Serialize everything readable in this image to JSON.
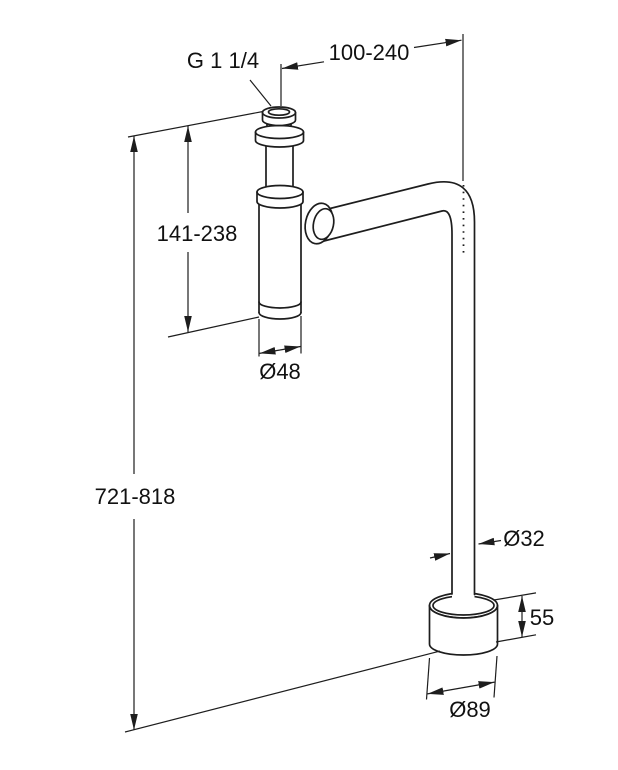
{
  "drawing": {
    "labels": {
      "thread": "G 1 1/4",
      "top_offset": "100-240",
      "trap_height": "141-238",
      "trap_diameter": "Ø48",
      "overall_height": "721-818",
      "pipe_diameter": "Ø32",
      "base_height": "55",
      "base_diameter": "Ø89"
    },
    "colors": {
      "line": "#1d1d1d",
      "background": "#ffffff"
    }
  }
}
